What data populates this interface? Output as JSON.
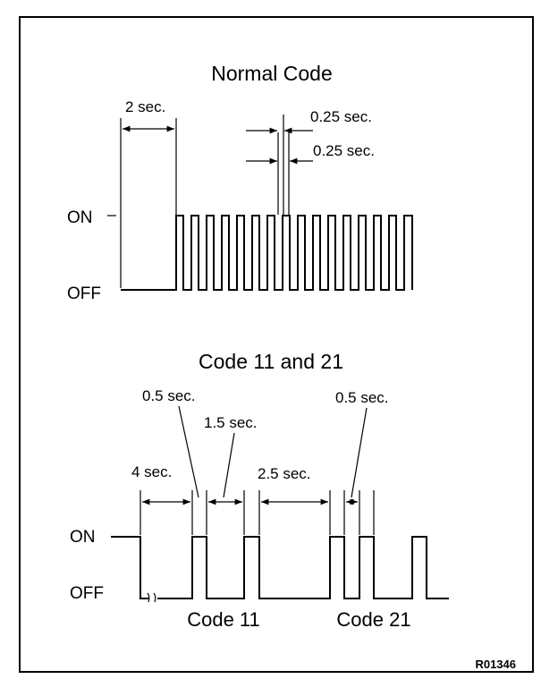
{
  "normal_code": {
    "title": "Normal Code",
    "on_label": "ON",
    "off_label": "OFF",
    "dim_2sec": "2 sec.",
    "dim_on": "0.25 sec.",
    "dim_off": "0.25 sec."
  },
  "code_11_21": {
    "title": "Code 11 and 21",
    "on_label": "ON",
    "off_label": "OFF",
    "dim_4sec": "4 sec.",
    "dim_05_a": "0.5 sec.",
    "dim_15": "1.5 sec.",
    "dim_25": "2.5 sec.",
    "dim_05_b": "0.5 sec.",
    "code11_label": "Code 11",
    "code21_label": "Code 21"
  },
  "reference_id": "R01346"
}
